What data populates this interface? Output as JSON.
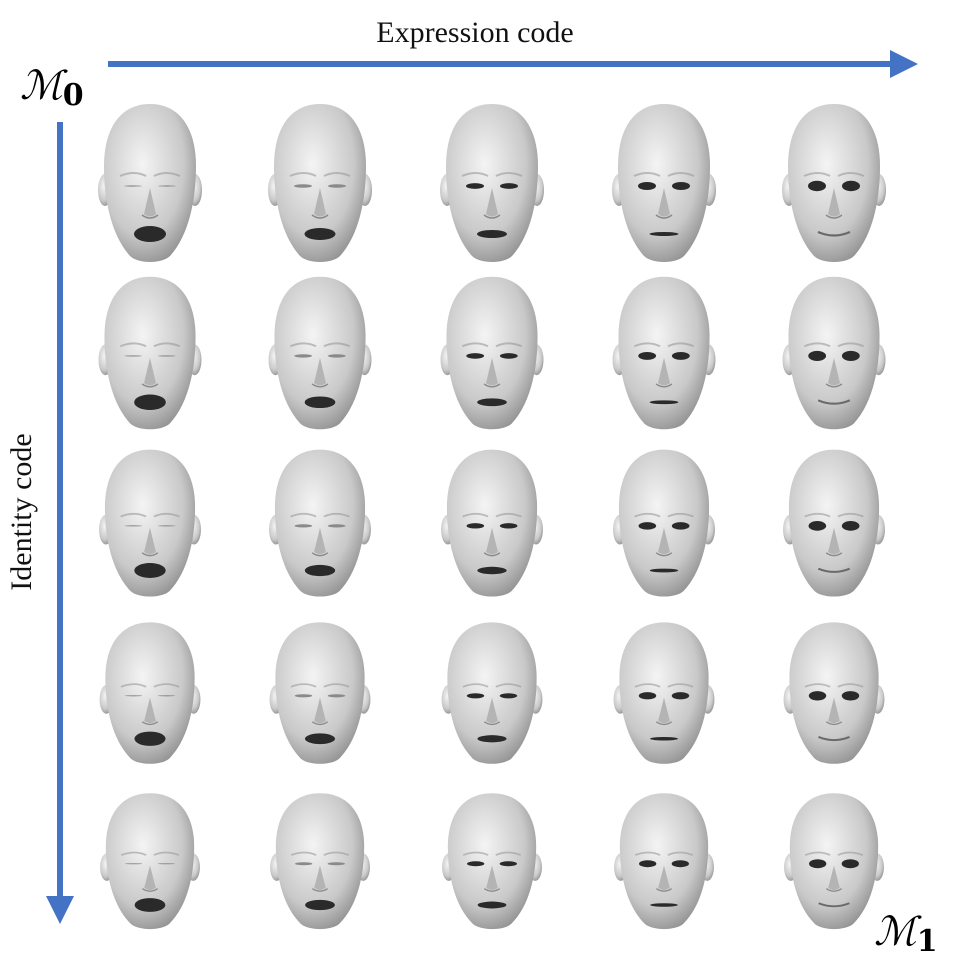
{
  "x_axis_label": "Expression code",
  "y_axis_label": "Identity code",
  "corner_top_left": {
    "symbol": "ℳ",
    "subscript": "0"
  },
  "corner_bottom_right": {
    "symbol": "ℳ",
    "subscript": "1"
  },
  "colors": {
    "arrow": "#4472c4",
    "face_light": "#f4f4f4",
    "face_mid": "#c9c9c9",
    "face_dark": "#7a7a7a",
    "cavity": "#2a2a2a"
  },
  "grid": {
    "rows": 5,
    "cols": 5,
    "row_axis": "identity",
    "col_axis": "expression"
  }
}
